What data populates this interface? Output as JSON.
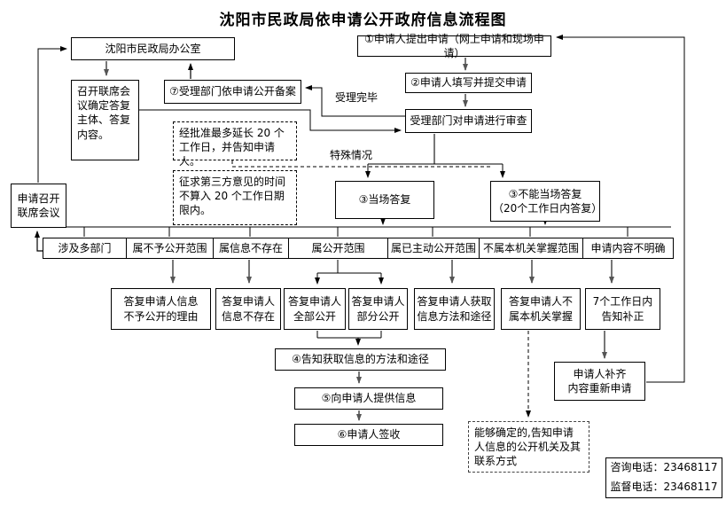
{
  "title": "沈阳市民政局依申请公开政府信息流程图",
  "nodes": {
    "office": "沈阳市民政局办公室",
    "apply": "①申请人提出申请（网上申请和现场申请）",
    "fill_submit": "②申请人填写并提交申请",
    "review": "受理部门对申请进行审查",
    "filing": "⑦受理部门依申请公开备案",
    "meeting_decide": "召开联席会\n议确定答复\n主体、答复\n内容。",
    "request_meeting": "申请召开\n联席会议",
    "onspot": "③当场答复",
    "not_onspot": "③不能当场答复\n（20个工作日内答复）",
    "step4": "④告知获取信息的方法和途径",
    "step5": "⑤向申请人提供信息",
    "step6": "⑥申请人签收",
    "resubmit": "申请人补齐\n内容重新申请"
  },
  "labels": {
    "accept_done": "受理完毕",
    "special_case": "特殊情况"
  },
  "notes": {
    "extend": "经批准最多延长 20 个工作日，并告知申请人。",
    "third_party": "征求第三方意见的时间不算入 20 个工作日期限内。",
    "confirm": "能够确定的,告知申请人信息的公开机关及其联系方式"
  },
  "conditions": [
    "涉及多部门",
    "属不予公开范围",
    "属信息不存在",
    "属公开范围",
    "属已主动公开范围",
    "不属本机关掌握范围",
    "申请内容不明确"
  ],
  "responses": [
    "答复申请人信息\n不予公开的理由",
    "答复申请人\n信息不存在",
    "答复申请人\n全部公开",
    "答复申请人\n部分公开",
    "答复申请人获取\n信息方法和途径",
    "答复申请人不\n属本机关掌握",
    "7个工作日内\n告知补正"
  ],
  "contact": {
    "line1": "咨询电话：23468117",
    "line2": "监督电话：23468117"
  }
}
